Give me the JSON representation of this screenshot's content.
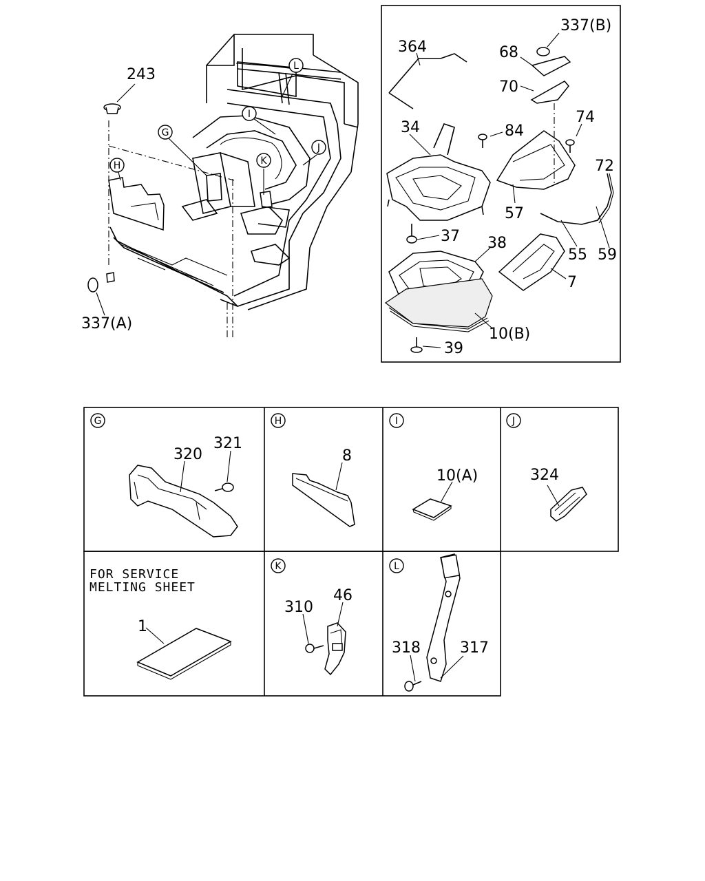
{
  "main_view": {
    "callouts": [
      "243",
      "337(A)"
    ],
    "detail_refs": [
      "G",
      "H",
      "I",
      "J",
      "K",
      "L"
    ]
  },
  "exploded_view": {
    "callouts": [
      "364",
      "337(B)",
      "68",
      "70",
      "34",
      "84",
      "74",
      "72",
      "57",
      "37",
      "55",
      "59",
      "38",
      "7",
      "10(B)",
      "39"
    ]
  },
  "details": {
    "G": {
      "letter": "G",
      "parts": [
        "320",
        "321"
      ]
    },
    "H": {
      "letter": "H",
      "parts": [
        "8"
      ]
    },
    "I": {
      "letter": "I",
      "parts": [
        "10(A)"
      ]
    },
    "J": {
      "letter": "J",
      "parts": [
        "324"
      ]
    },
    "service": {
      "note_line1": "FOR SERVICE",
      "note_line2": "MELTING SHEET",
      "parts": [
        "1"
      ]
    },
    "K": {
      "letter": "K",
      "parts": [
        "310",
        "46"
      ]
    },
    "L": {
      "letter": "L",
      "parts": [
        "318",
        "317"
      ]
    }
  }
}
